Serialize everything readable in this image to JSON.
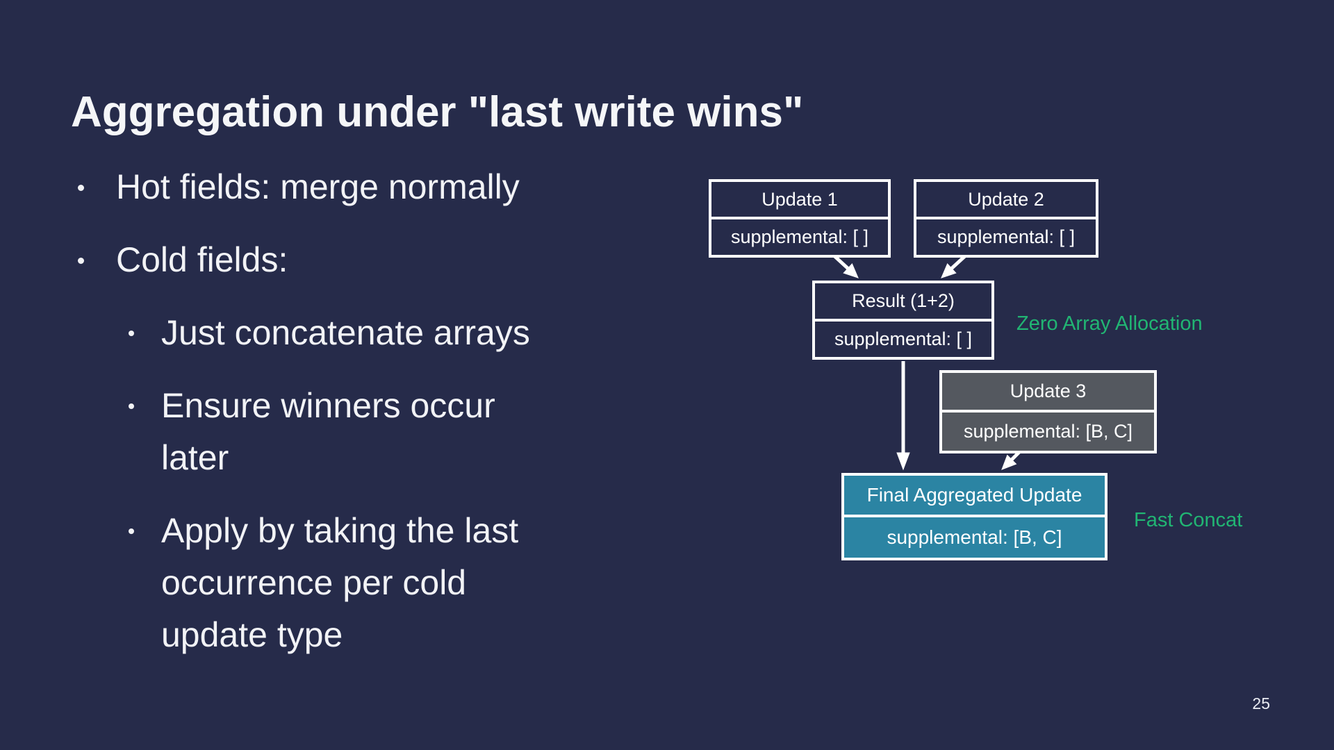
{
  "slide": {
    "title": "Aggregation under \"last write wins\"",
    "page_number": "25",
    "colors": {
      "background": "#262b4a",
      "text": "#f2f3f6",
      "accent_green": "#21b573",
      "box_border": "#ffffff",
      "box_navy_fill": "#262b4a",
      "box_gray_fill": "#54585f",
      "box_teal_fill": "#2b84a3"
    },
    "bullets": [
      {
        "level": 1,
        "lines": [
          "Hot fields: merge normally"
        ]
      },
      {
        "level": 1,
        "lines": [
          "Cold fields:"
        ]
      },
      {
        "level": 2,
        "lines": [
          "Just concatenate arrays"
        ]
      },
      {
        "level": 2,
        "lines": [
          "Ensure winners occur",
          "later"
        ]
      },
      {
        "level": 2,
        "lines": [
          "Apply by taking the last",
          "occurrence per cold",
          "update type"
        ]
      }
    ],
    "diagram": {
      "update1": {
        "title": "Update 1",
        "value": "supplemental: [ ]"
      },
      "update2": {
        "title": "Update 2",
        "value": "supplemental: [ ]"
      },
      "result": {
        "title": "Result (1+2)",
        "value": "supplemental: [ ]"
      },
      "update3": {
        "title": "Update 3",
        "value": "supplemental: [B, C]"
      },
      "final": {
        "title": "Final Aggregated Update",
        "value": "supplemental: [B, C]"
      },
      "label_zero": "Zero Array Allocation",
      "label_fast": "Fast Concat"
    }
  }
}
